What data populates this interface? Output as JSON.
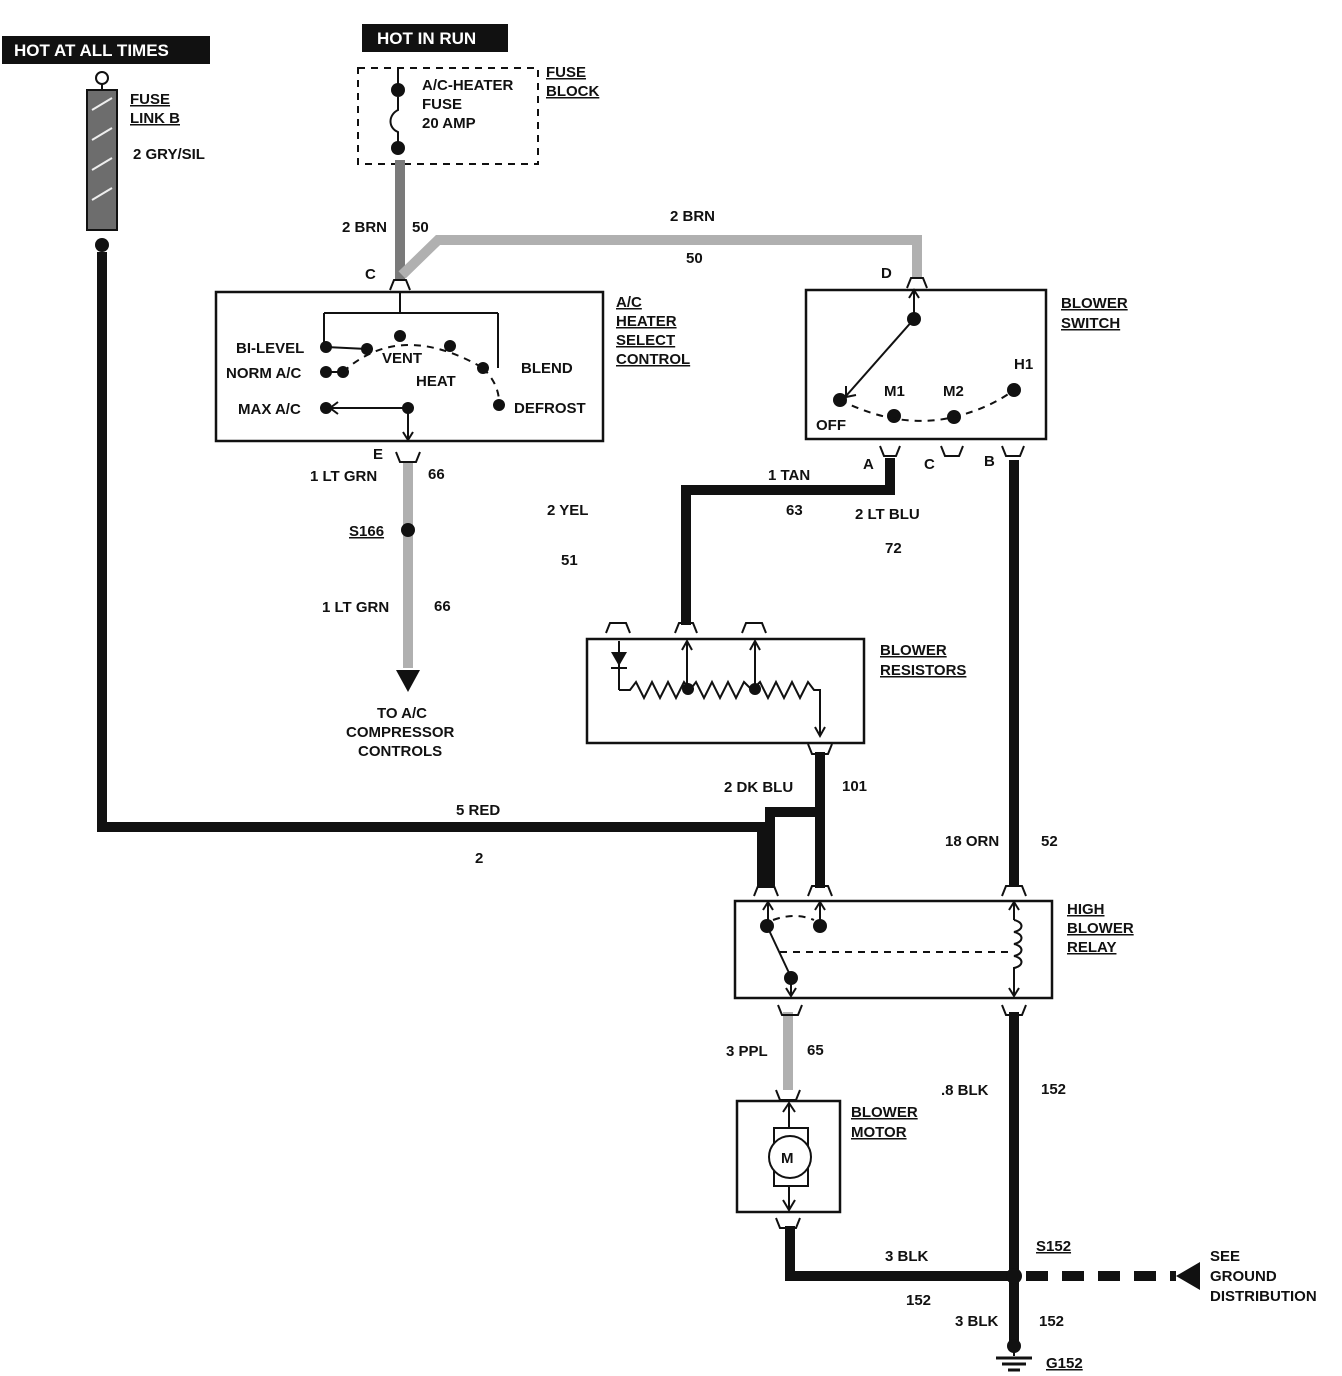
{
  "headers": {
    "hot_all": "HOT AT ALL TIMES",
    "hot_run": "HOT IN RUN"
  },
  "fuse_link": {
    "l1": "FUSE",
    "l2": "LINK B",
    "wire": "2 GRY/SIL"
  },
  "fuse_block": {
    "l1": "FUSE",
    "l2": "BLOCK",
    "fuse_l1": "A/C-HEATER",
    "fuse_l2": "FUSE",
    "fuse_l3": "20 AMP"
  },
  "wires": {
    "brn_left": "2 BRN",
    "brn_left_num": "50",
    "brn_top": "2 BRN",
    "brn_top_num": "50",
    "ltgrn1": "1 LT GRN",
    "ltgrn1_num": "66",
    "yel": "2 YEL",
    "yel_num": "51",
    "splice_s166": "S166",
    "ltgrn2": "1 LT GRN",
    "ltgrn2_num": "66",
    "tan": "1 TAN",
    "tan_num": "63",
    "ltblu": "2 LT BLU",
    "ltblu_num": "72",
    "dkblu": "2 DK BLU",
    "dkblu_num": "101",
    "red": "5 RED",
    "red_num": "2",
    "orn": "18 ORN",
    "orn_num": "52",
    "ppl": "3 PPL",
    "ppl_num": "65",
    "blk8": ".8 BLK",
    "blk8_num": "152",
    "blk3a": "3 BLK",
    "blk3a_num": "152",
    "blk3b": "3 BLK",
    "blk3b_num": "152"
  },
  "ac_control": {
    "t1": "A/C",
    "t2": "HEATER",
    "t3": "SELECT",
    "t4": "CONTROL",
    "pin_c": "C",
    "pin_e": "E",
    "bilevel": "BI-LEVEL",
    "norm": "NORM A/C",
    "max": "MAX A/C",
    "vent": "VENT",
    "heat": "HEAT",
    "blend": "BLEND",
    "defrost": "DEFROST"
  },
  "compressor": {
    "l1": "TO A/C",
    "l2": "COMPRESSOR",
    "l3": "CONTROLS"
  },
  "blower_switch": {
    "t1": "BLOWER",
    "t2": "SWITCH",
    "pin_d": "D",
    "pin_a": "A",
    "pin_c": "C",
    "pin_b": "B",
    "off": "OFF",
    "m1": "M1",
    "m2": "M2",
    "h1": "H1"
  },
  "blower_resistors": {
    "t1": "BLOWER",
    "t2": "RESISTORS"
  },
  "relay": {
    "t1": "HIGH",
    "t2": "BLOWER",
    "t3": "RELAY"
  },
  "motor": {
    "t1": "BLOWER",
    "t2": "MOTOR",
    "symbol": "M"
  },
  "ground": {
    "splice_s152": "S152",
    "g152": "G152",
    "see1": "SEE",
    "see2": "GROUND",
    "see3": "DISTRIBUTION"
  }
}
